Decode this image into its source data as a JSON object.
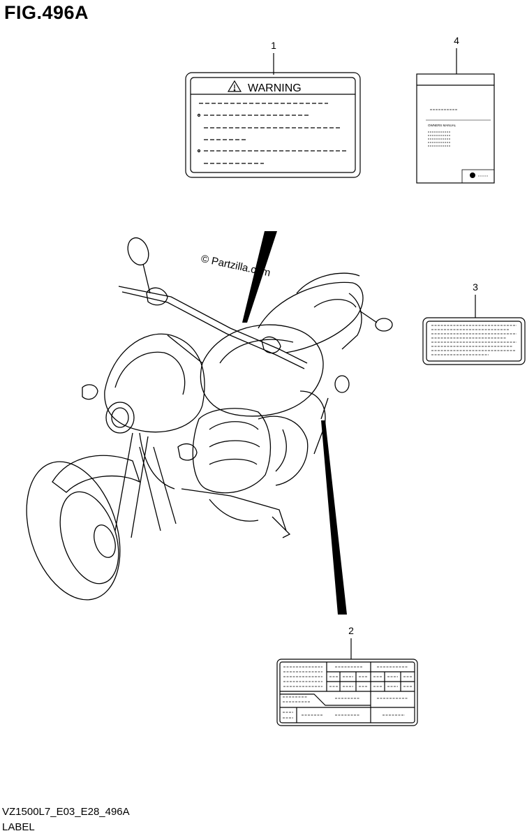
{
  "figure": {
    "title": "FIG.496A",
    "code": "VZ1500L7_E03_E28_496A",
    "label": "LABEL"
  },
  "watermark": "© Partzilla.com",
  "callouts": [
    "1",
    "2",
    "3",
    "4"
  ],
  "warning_label": {
    "heading": "WARNING"
  },
  "manual": {
    "heading": "OWNERS MANUAL"
  }
}
